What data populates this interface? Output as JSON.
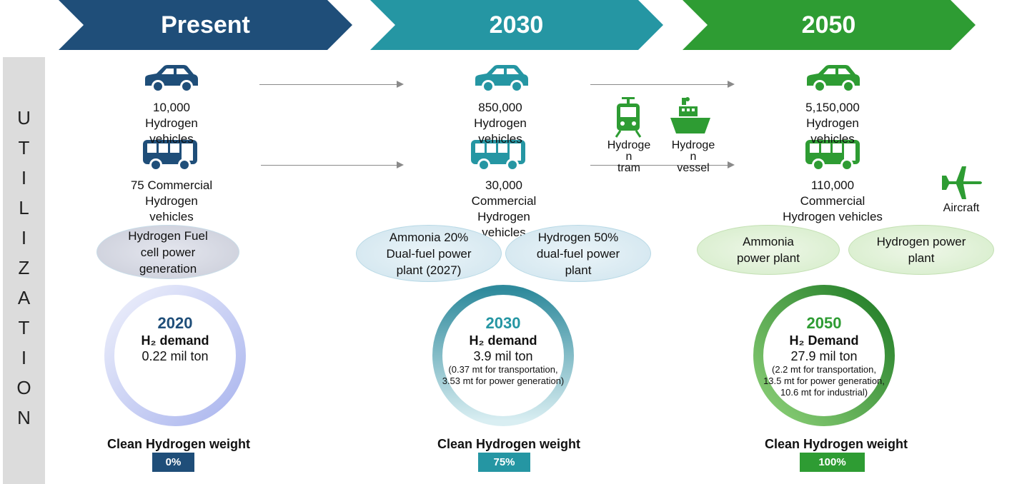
{
  "stages": [
    {
      "label": "Present",
      "color": "#1f4e79"
    },
    {
      "label": "2030",
      "color": "#2596a3"
    },
    {
      "label": "2050",
      "color": "#2e9c33"
    }
  ],
  "sidebar": {
    "letters": [
      "U",
      "T",
      "I",
      "L",
      "I",
      "Z",
      "A",
      "T",
      "I",
      "O",
      "N"
    ]
  },
  "present": {
    "cars": "10,000\nHydrogen\nvehicles",
    "buses": "75 Commercial\nHydrogen\nvehicles",
    "plant": "Hydrogen Fuel\ncell power\ngeneration",
    "year": "2020",
    "demand": "H₂ demand",
    "tons": "0.22 mil ton",
    "weight_label": "Clean Hydrogen weight",
    "weight": "0%"
  },
  "y2030": {
    "cars": "850,000\nHydrogen\nvehicles",
    "buses": "30,000\nCommercial\nHydrogen\nvehicles",
    "tram": "Hydroge\nn\ntram",
    "vessel": "Hydroge\nn\nvessel",
    "plant_a": "Ammonia 20%\nDual-fuel power\nplant (2027)",
    "plant_b": "Hydrogen 50%\ndual-fuel power\nplant",
    "year": "2030",
    "demand": "H₂ demand",
    "tons": "3.9 mil ton",
    "note": "(0.37 mt for transportation,\n3.53 mt for power generation)",
    "weight_label": "Clean Hydrogen weight",
    "weight": "75%"
  },
  "y2050": {
    "cars": "5,150,000\nHydrogen\nvehicles",
    "buses": "110,000\nCommercial\nHydrogen vehicles",
    "aircraft": "Aircraft",
    "plant_a": "Ammonia\npower plant",
    "plant_b": "Hydrogen power\nplant",
    "year": "2050",
    "demand": "H₂ Demand",
    "tons": "27.9 mil ton",
    "note": "(2.2 mt for transportation,\n13.5 mt for power generation,\n10.6 mt for industrial)",
    "weight_label": "Clean Hydrogen weight",
    "weight": "100%"
  },
  "icons": {
    "car": "car-icon",
    "bus": "bus-icon",
    "tram": "tram-icon",
    "vessel": "ship-icon",
    "aircraft": "airplane-icon"
  }
}
